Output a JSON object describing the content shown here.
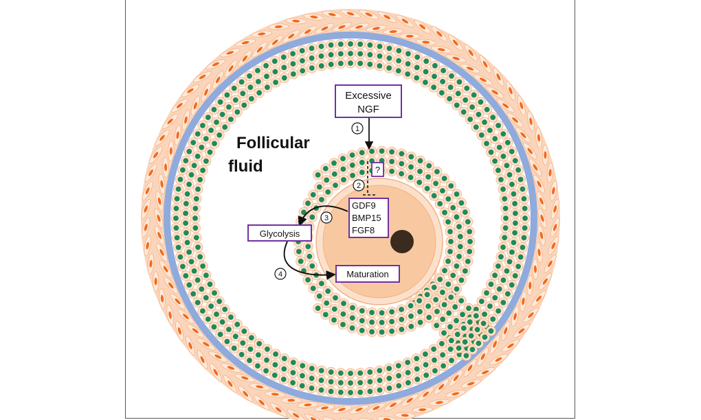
{
  "labels": {
    "excessive_ngf_line1": "Excessive",
    "excessive_ngf_line2": "NGF",
    "follicular_fluid_line1": "Follicular",
    "follicular_fluid_line2": "fluid",
    "question_mark": "?",
    "factors": [
      "GDF9",
      "BMP15",
      "FGF8"
    ],
    "glycolysis": "Glycolysis",
    "maturation": "Maturation",
    "steps": [
      "1",
      "2",
      "3",
      "4"
    ]
  },
  "colors": {
    "box_border": "#7030a0",
    "basement_membrane": "#8faadc",
    "cell_green": "#1f8a5b",
    "cell_fill": "#fde3cf",
    "cell_border": "#f4b183",
    "theca_orange": "#f26a1b",
    "oocyte_fill": "#f8c9a0",
    "zona_fill": "#fbe1cc",
    "nucleus": "#3b2b1f",
    "arrow": "#111111"
  }
}
